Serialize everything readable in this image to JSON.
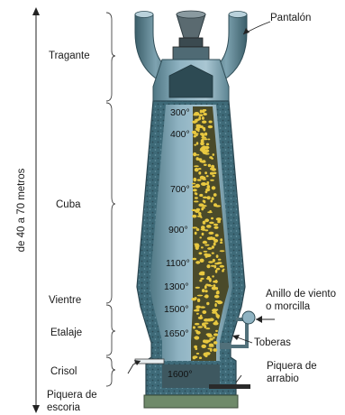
{
  "diagram": {
    "height_label": "de 40 a 70 metros",
    "zones": [
      {
        "id": "tragante",
        "label": "Tragante"
      },
      {
        "id": "cuba",
        "label": "Cuba"
      },
      {
        "id": "vientre",
        "label": "Vientre"
      },
      {
        "id": "etalaje",
        "label": "Etalaje"
      },
      {
        "id": "crisol",
        "label": "Crisol"
      }
    ],
    "temperatures": [
      "300°",
      "400°",
      "700°",
      "900°",
      "1100°",
      "1300°",
      "1500°",
      "1650°",
      "1600°"
    ],
    "callouts": {
      "pantalon": "Pantalón",
      "anillo_line1": "Anillo de viento",
      "anillo_line2": "o morcilla",
      "toberas": "Toberas",
      "piquera_arrabio_line1": "Piquera de",
      "piquera_arrabio_line2": "arrabio",
      "piquera_escoria_line1": "Piquera de",
      "piquera_escoria_line2": "escoria"
    },
    "colors": {
      "furnace_blue": "#8fb3c2",
      "wall_dark": "#3f6470",
      "charge_yellow": "#e8c840",
      "charge_dark": "#4a4a2a"
    }
  }
}
